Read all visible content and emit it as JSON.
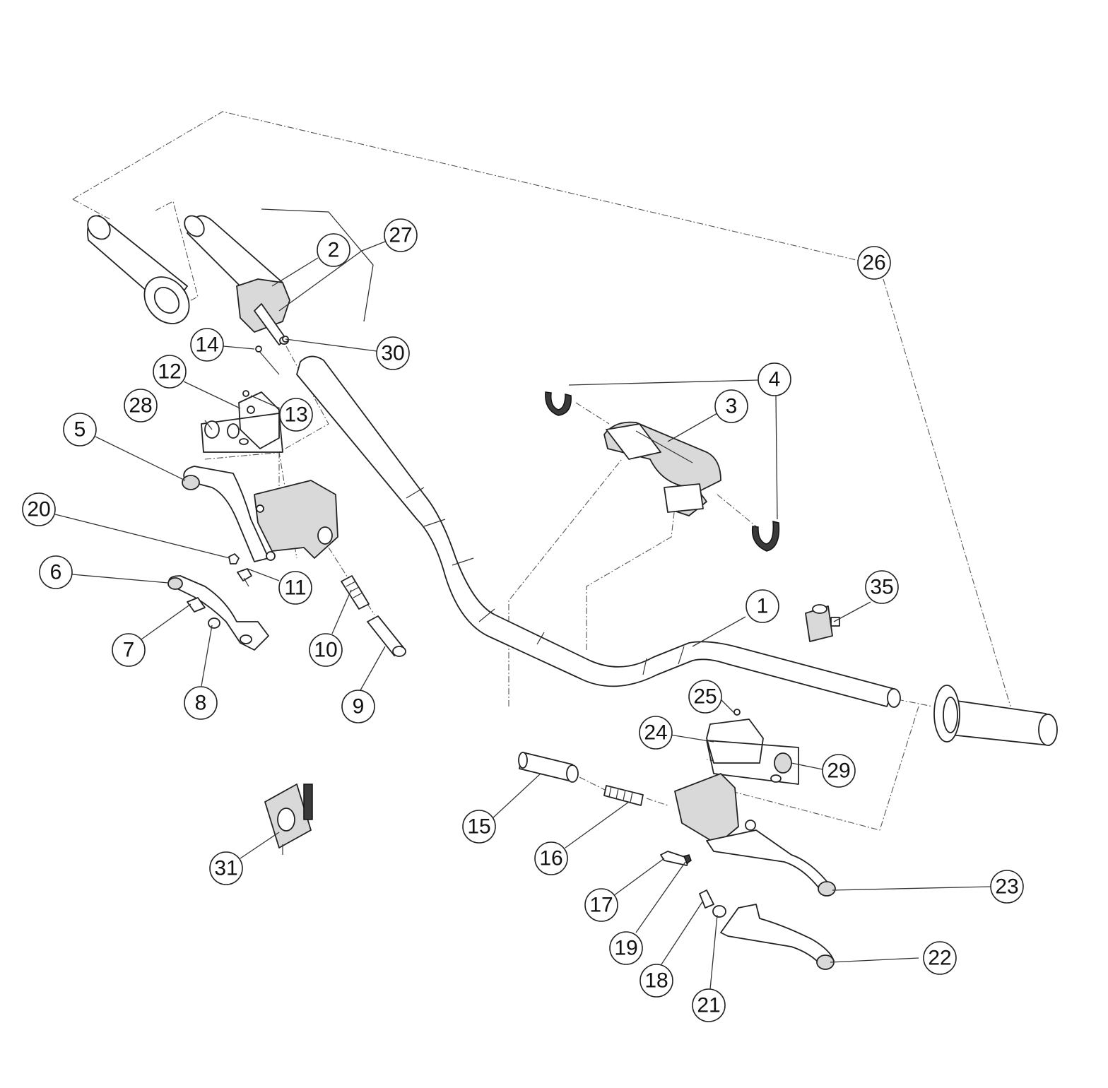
{
  "diagram": {
    "callouts": [
      {
        "id": "c1",
        "label": "1"
      },
      {
        "id": "c2",
        "label": "2"
      },
      {
        "id": "c3",
        "label": "3"
      },
      {
        "id": "c4",
        "label": "4"
      },
      {
        "id": "c5",
        "label": "5"
      },
      {
        "id": "c6",
        "label": "6"
      },
      {
        "id": "c7",
        "label": "7"
      },
      {
        "id": "c8",
        "label": "8"
      },
      {
        "id": "c9",
        "label": "9"
      },
      {
        "id": "c10",
        "label": "10"
      },
      {
        "id": "c11",
        "label": "11"
      },
      {
        "id": "c12",
        "label": "12"
      },
      {
        "id": "c13",
        "label": "13"
      },
      {
        "id": "c14",
        "label": "14"
      },
      {
        "id": "c15",
        "label": "15"
      },
      {
        "id": "c16",
        "label": "16"
      },
      {
        "id": "c17",
        "label": "17"
      },
      {
        "id": "c18",
        "label": "18"
      },
      {
        "id": "c19",
        "label": "19"
      },
      {
        "id": "c20",
        "label": "20"
      },
      {
        "id": "c21",
        "label": "21"
      },
      {
        "id": "c22",
        "label": "22"
      },
      {
        "id": "c23",
        "label": "23"
      },
      {
        "id": "c24",
        "label": "24"
      },
      {
        "id": "c25",
        "label": "25"
      },
      {
        "id": "c26",
        "label": "26"
      },
      {
        "id": "c27",
        "label": "27"
      },
      {
        "id": "c28",
        "label": "28"
      },
      {
        "id": "c29",
        "label": "29"
      },
      {
        "id": "c30",
        "label": "30"
      },
      {
        "id": "c31",
        "label": "31"
      },
      {
        "id": "c35",
        "label": "35"
      }
    ]
  }
}
